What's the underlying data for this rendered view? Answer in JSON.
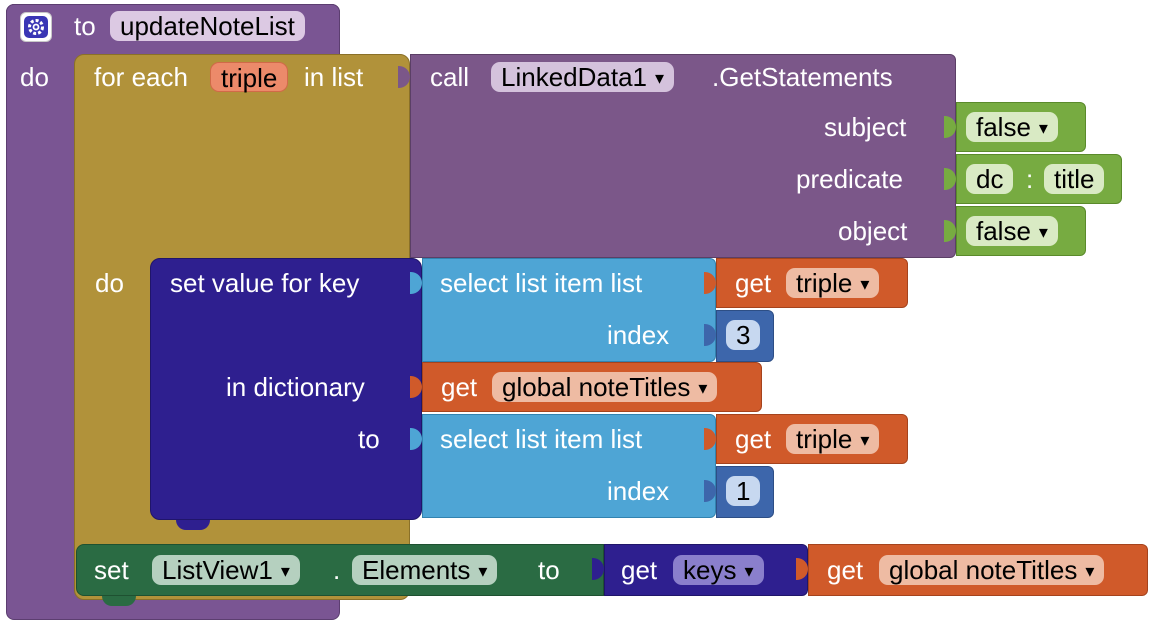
{
  "procedure": {
    "keyword_to": "to",
    "name": "updateNoteList",
    "keyword_do": "do"
  },
  "foreach": {
    "label_for_each": "for each",
    "var_name": "triple",
    "label_in_list": "in list",
    "label_do": "do"
  },
  "call": {
    "label_call": "call",
    "component": "LinkedData1",
    "method": ".GetStatements",
    "arg_subject": "subject",
    "arg_predicate": "predicate",
    "arg_object": "object"
  },
  "args": {
    "subject_value": "false",
    "predicate_prefix": "dc",
    "predicate_sep": ":",
    "predicate_term": "title",
    "object_value": "false"
  },
  "set_value": {
    "label": "set value for key",
    "label_in_dictionary": "in dictionary",
    "label_to": "to"
  },
  "select1": {
    "label": "select list item  list",
    "label_index": "index",
    "get_label": "get",
    "get_var": "triple",
    "index_value": "3"
  },
  "dict_get": {
    "get_label": "get",
    "var": "global noteTitles"
  },
  "select2": {
    "label": "select list item  list",
    "label_index": "index",
    "get_label": "get",
    "get_var": "triple",
    "index_value": "1"
  },
  "setter": {
    "label_set": "set",
    "component": "ListView1",
    "dot": ".",
    "property": "Elements",
    "label_to": "to",
    "get_label": "get",
    "keys_var": "keys",
    "get_label2": "get",
    "global_var": "global noteTitles"
  }
}
